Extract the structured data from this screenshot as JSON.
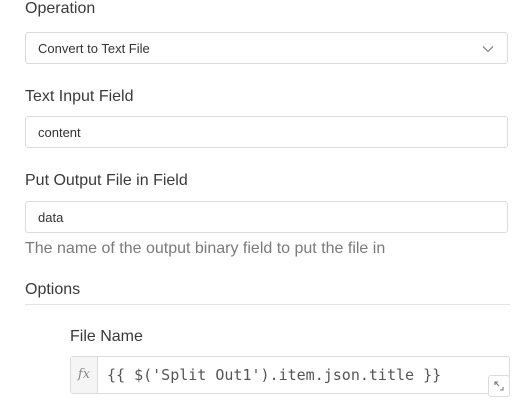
{
  "operation": {
    "label": "Operation",
    "value": "Convert to Text File"
  },
  "text_input_field": {
    "label": "Text Input Field",
    "value": "content"
  },
  "output_field": {
    "label": "Put Output File in Field",
    "value": "data",
    "hint": "The name of the output binary field to put the file in"
  },
  "options": {
    "label": "Options",
    "file_name": {
      "label": "File Name",
      "fx_label": "fx",
      "expression": "{{ $('Split Out1').item.json.title }}"
    }
  },
  "icons": {
    "dropdown": "chevron-down-icon",
    "expand": "expand-icon"
  },
  "colors": {
    "border": "#dcdcdc",
    "label": "#3a3a3a",
    "hint": "#7a7a7a"
  }
}
